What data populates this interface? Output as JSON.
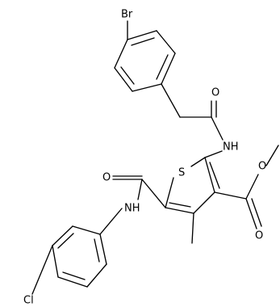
{
  "molecule": {
    "atoms": {
      "br": "Br",
      "o_amide1": "O",
      "nh_amide1": "NH",
      "s_ring": "S",
      "o_ester_carbonyl": "O",
      "o_ester_ether": "O",
      "o_amide2": "O",
      "nh_amide2": "NH",
      "cl": "Cl"
    }
  }
}
